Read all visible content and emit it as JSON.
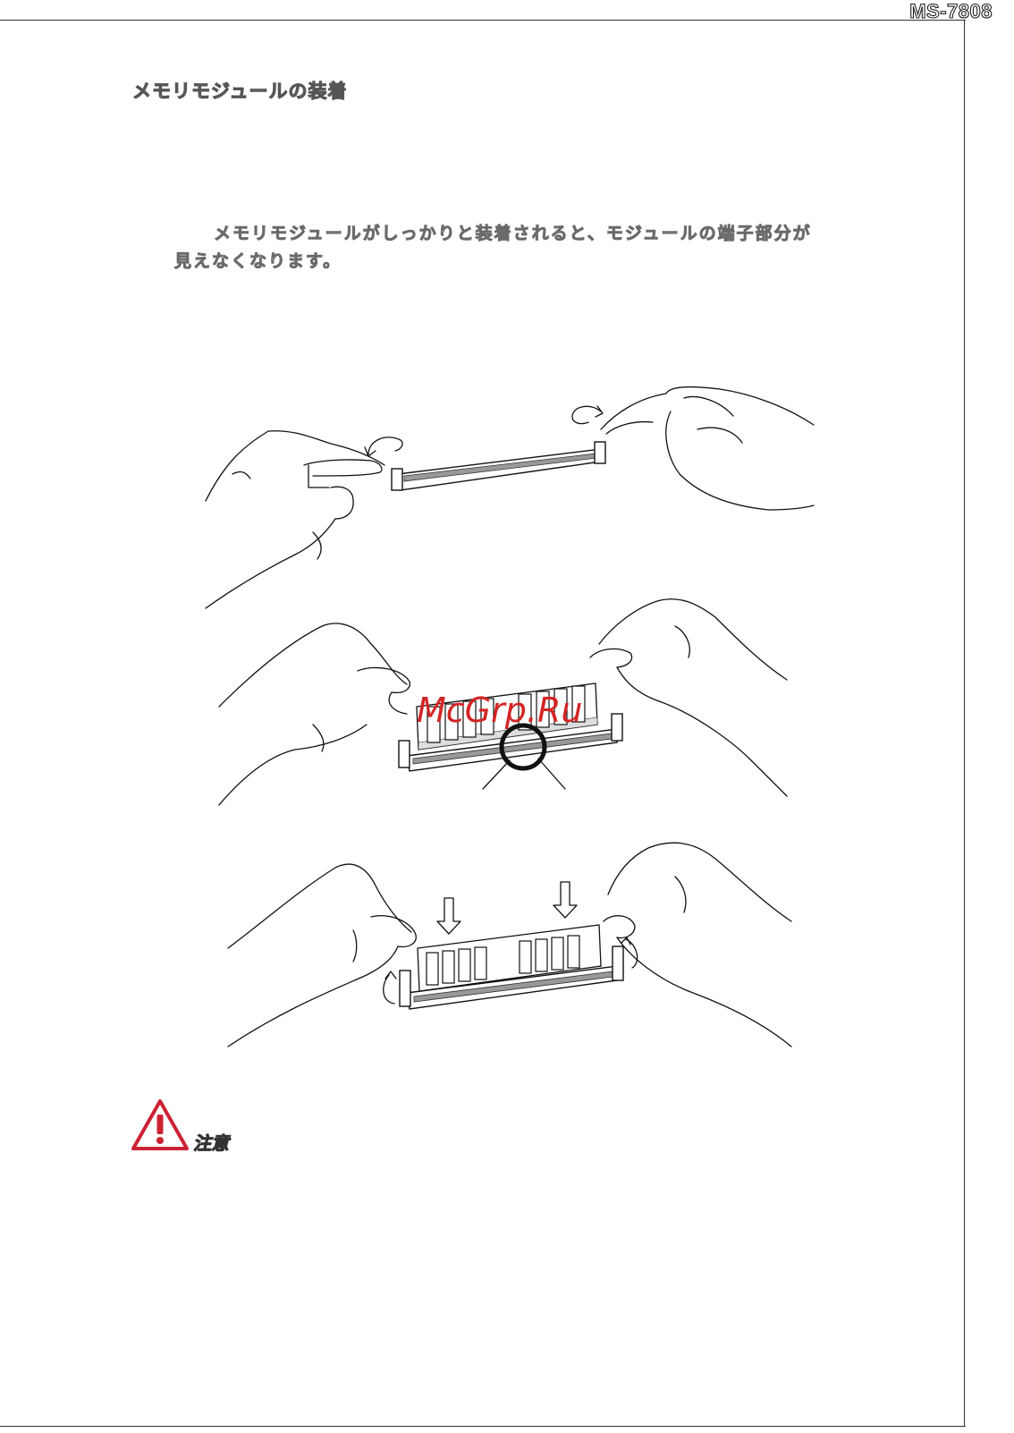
{
  "header": {
    "model": "MS-7808"
  },
  "section": {
    "title": "メモリモジュールの装着"
  },
  "note": {
    "line1": "メモリモジュールがしっかりと装着されると、モジュールの端子部分が",
    "line2": "見えなくなります。"
  },
  "watermark": {
    "text": "McGrp.Ru",
    "color": "#d42424"
  },
  "caution": {
    "label": "注意",
    "icon": "warning-triangle-icon",
    "color": "#cc2233"
  }
}
